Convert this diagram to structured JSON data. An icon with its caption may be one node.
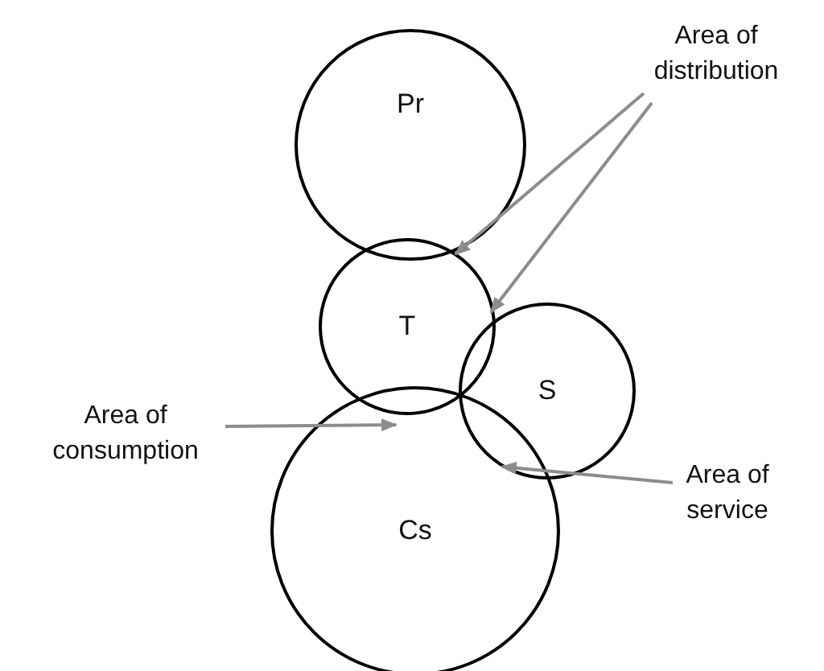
{
  "diagram": {
    "nodes": [
      {
        "text": [
          "Pr"
        ]
      },
      {
        "text": [
          "Area of distribution"
        ]
      },
      {
        "text": [
          "T"
        ]
      },
      {
        "text": [
          "S"
        ]
      },
      {
        "text": [
          "Area of consumption"
        ]
      },
      {
        "text": [
          "Cs"
        ]
      },
      {
        "text": [
          "Area of service"
        ]
      }
    ],
    "edges": [
      {
        "from": 1,
        "to": 2,
        "arrow": "to"
      },
      {
        "from": 1,
        "to": 2,
        "arrow": "to"
      },
      {
        "from": 4,
        "to": 2,
        "arrow": "to"
      },
      {
        "from": 6,
        "to": 3,
        "arrow": "to"
      }
    ]
  }
}
